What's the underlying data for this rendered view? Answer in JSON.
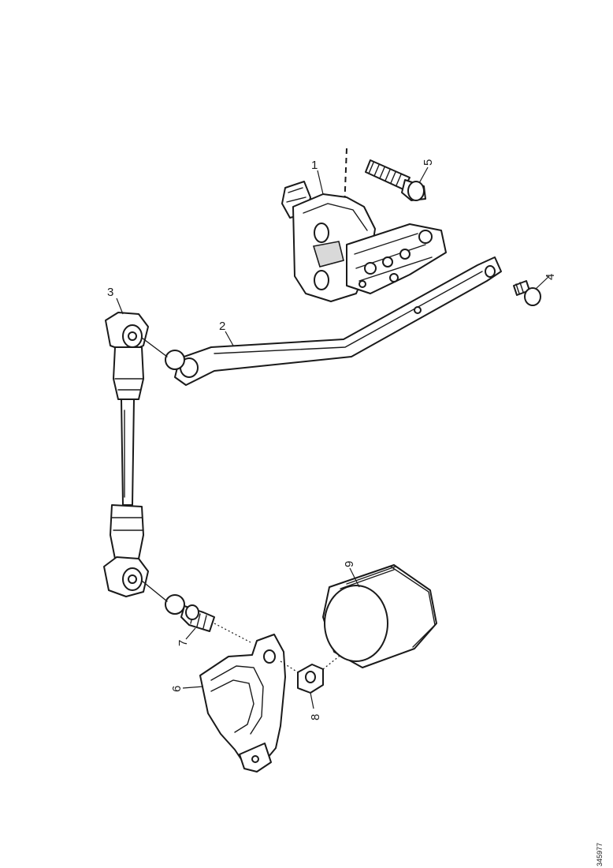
{
  "callouts": {
    "c1": "1",
    "c2": "2",
    "c3": "3",
    "c4": "4",
    "c5": "5",
    "c6": "6",
    "c7": "7",
    "c8": "8",
    "c9": "9"
  },
  "figure_id": "345977"
}
